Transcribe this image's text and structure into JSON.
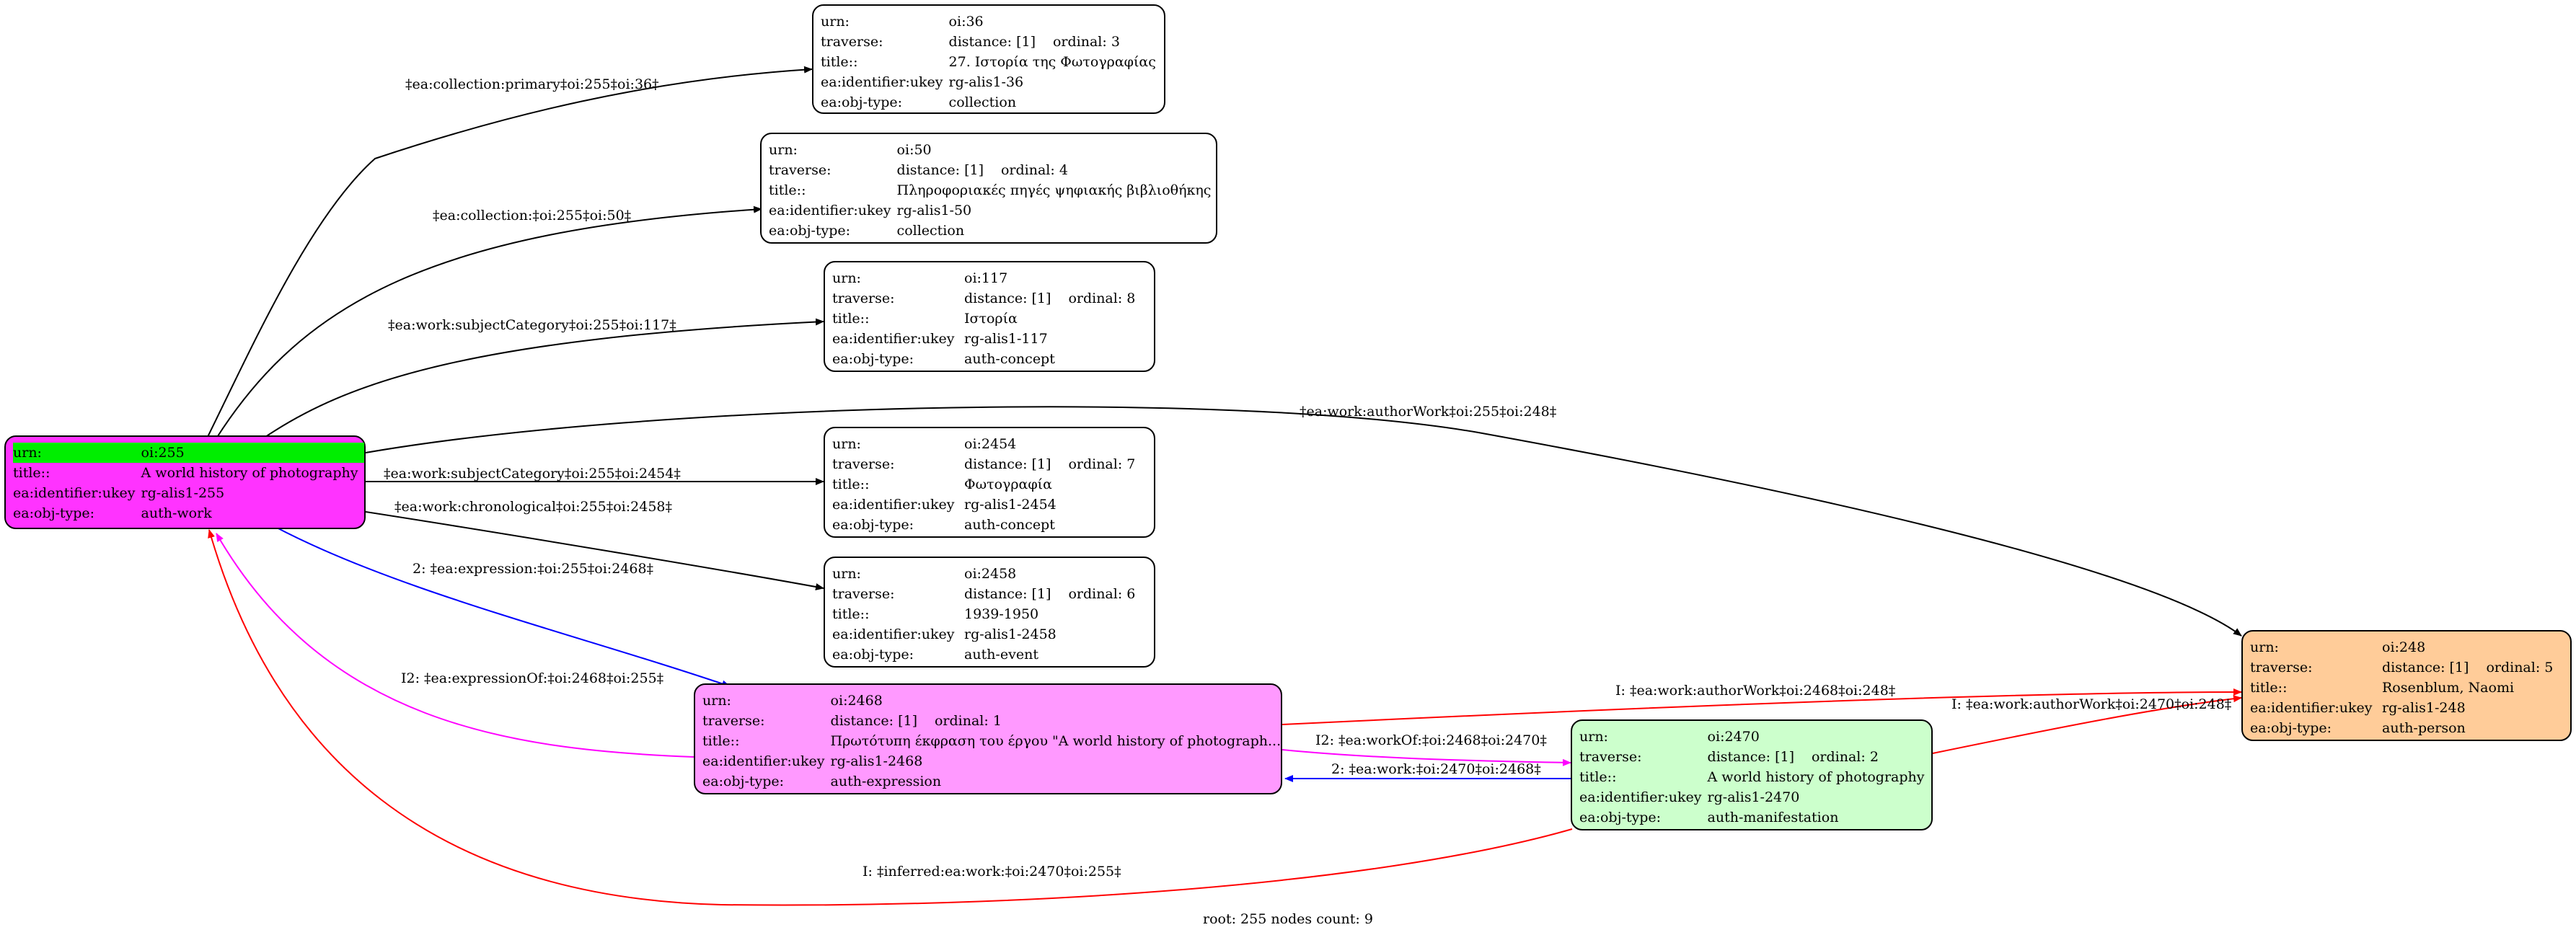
{
  "nodes": {
    "n36": {
      "urn": "oi:36",
      "traverse": "distance: [1]",
      "ordinal": "ordinal: 3",
      "title": "27. Ιστορία της Φωτογραφίας",
      "ukey": "rg-alis1-36",
      "objtype": "collection",
      "fill": "#ffffff"
    },
    "n50": {
      "urn": "oi:50",
      "traverse": "distance: [1]",
      "ordinal": "ordinal: 4",
      "title": "Πληροφοριακές πηγές ψηφιακής βιβλιοθήκης",
      "ukey": "rg-alis1-50",
      "objtype": "collection",
      "fill": "#ffffff"
    },
    "n117": {
      "urn": "oi:117",
      "traverse": "distance: [1]",
      "ordinal": "ordinal: 8",
      "title": "Ιστορία",
      "ukey": "rg-alis1-117",
      "objtype": "auth-concept",
      "fill": "#ffffff"
    },
    "n2454": {
      "urn": "oi:2454",
      "traverse": "distance: [1]",
      "ordinal": "ordinal: 7",
      "title": "Φωτογραφία",
      "ukey": "rg-alis1-2454",
      "objtype": "auth-concept",
      "fill": "#ffffff"
    },
    "n2458": {
      "urn": "oi:2458",
      "traverse": "distance: [1]",
      "ordinal": "ordinal: 6",
      "title": "1939-1950",
      "ukey": "rg-alis1-2458",
      "objtype": "auth-event",
      "fill": "#ffffff"
    },
    "n255": {
      "urn": "oi:255",
      "title": "A world history of photography",
      "ukey": "rg-alis1-255",
      "objtype": "auth-work",
      "fill": "#ff33ff",
      "urn_fill": "#00ee00"
    },
    "n2468": {
      "urn": "oi:2468",
      "traverse": "distance: [1]",
      "ordinal": "ordinal: 1",
      "title": "Πρωτότυπη έκφραση του έργου \"A world history of photograph...",
      "ukey": "rg-alis1-2468",
      "objtype": "auth-expression",
      "fill": "#ff99ff"
    },
    "n2470": {
      "urn": "oi:2470",
      "traverse": "distance: [1]",
      "ordinal": "ordinal: 2",
      "title": "A world history of photography",
      "ukey": "rg-alis1-2470",
      "objtype": "auth-manifestation",
      "fill": "#ccffcc"
    },
    "n248": {
      "urn": "oi:248",
      "traverse": "distance: [1]",
      "ordinal": "ordinal: 5",
      "title": "Rosenblum, Naomi",
      "ukey": "rg-alis1-248",
      "objtype": "auth-person",
      "fill": "#ffcc99"
    }
  },
  "keys": {
    "urn": "urn:",
    "traverse": "traverse:",
    "title": "title::",
    "ukey": "ea:identifier:ukey",
    "objtype": "ea:obj-type:"
  },
  "edges": {
    "e36": "‡ea:collection:primary‡oi:255‡oi:36‡",
    "e50": "‡ea:collection:‡oi:255‡oi:50‡",
    "e117": "‡ea:work:subjectCategory‡oi:255‡oi:117‡",
    "e248": "‡ea:work:authorWork‡oi:255‡oi:248‡",
    "e2454": "‡ea:work:subjectCategory‡oi:255‡oi:2454‡",
    "e2458": "‡ea:work:chronological‡oi:255‡oi:2458‡",
    "e2468": "2: ‡ea:expression:‡oi:255‡oi:2468‡",
    "e2468back": "I2: ‡ea:expressionOf:‡oi:2468‡oi:255‡",
    "e2468_248": "I: ‡ea:work:authorWork‡oi:2468‡oi:248‡",
    "e2468_2470": "I2: ‡ea:workOf:‡oi:2468‡oi:2470‡",
    "e2470_2468": "2: ‡ea:work:‡oi:2470‡oi:2468‡",
    "e2470_248": "I: ‡ea:work:authorWork‡oi:2470‡oi:248‡",
    "e2470_255": "I: ‡inferred:ea:work:‡oi:2470‡oi:255‡"
  },
  "edge_colors": {
    "black": "#000000",
    "blue": "#0000ff",
    "magenta": "#ff00ff",
    "red": "#ff0000"
  },
  "caption": "root: 255 nodes count: 9"
}
